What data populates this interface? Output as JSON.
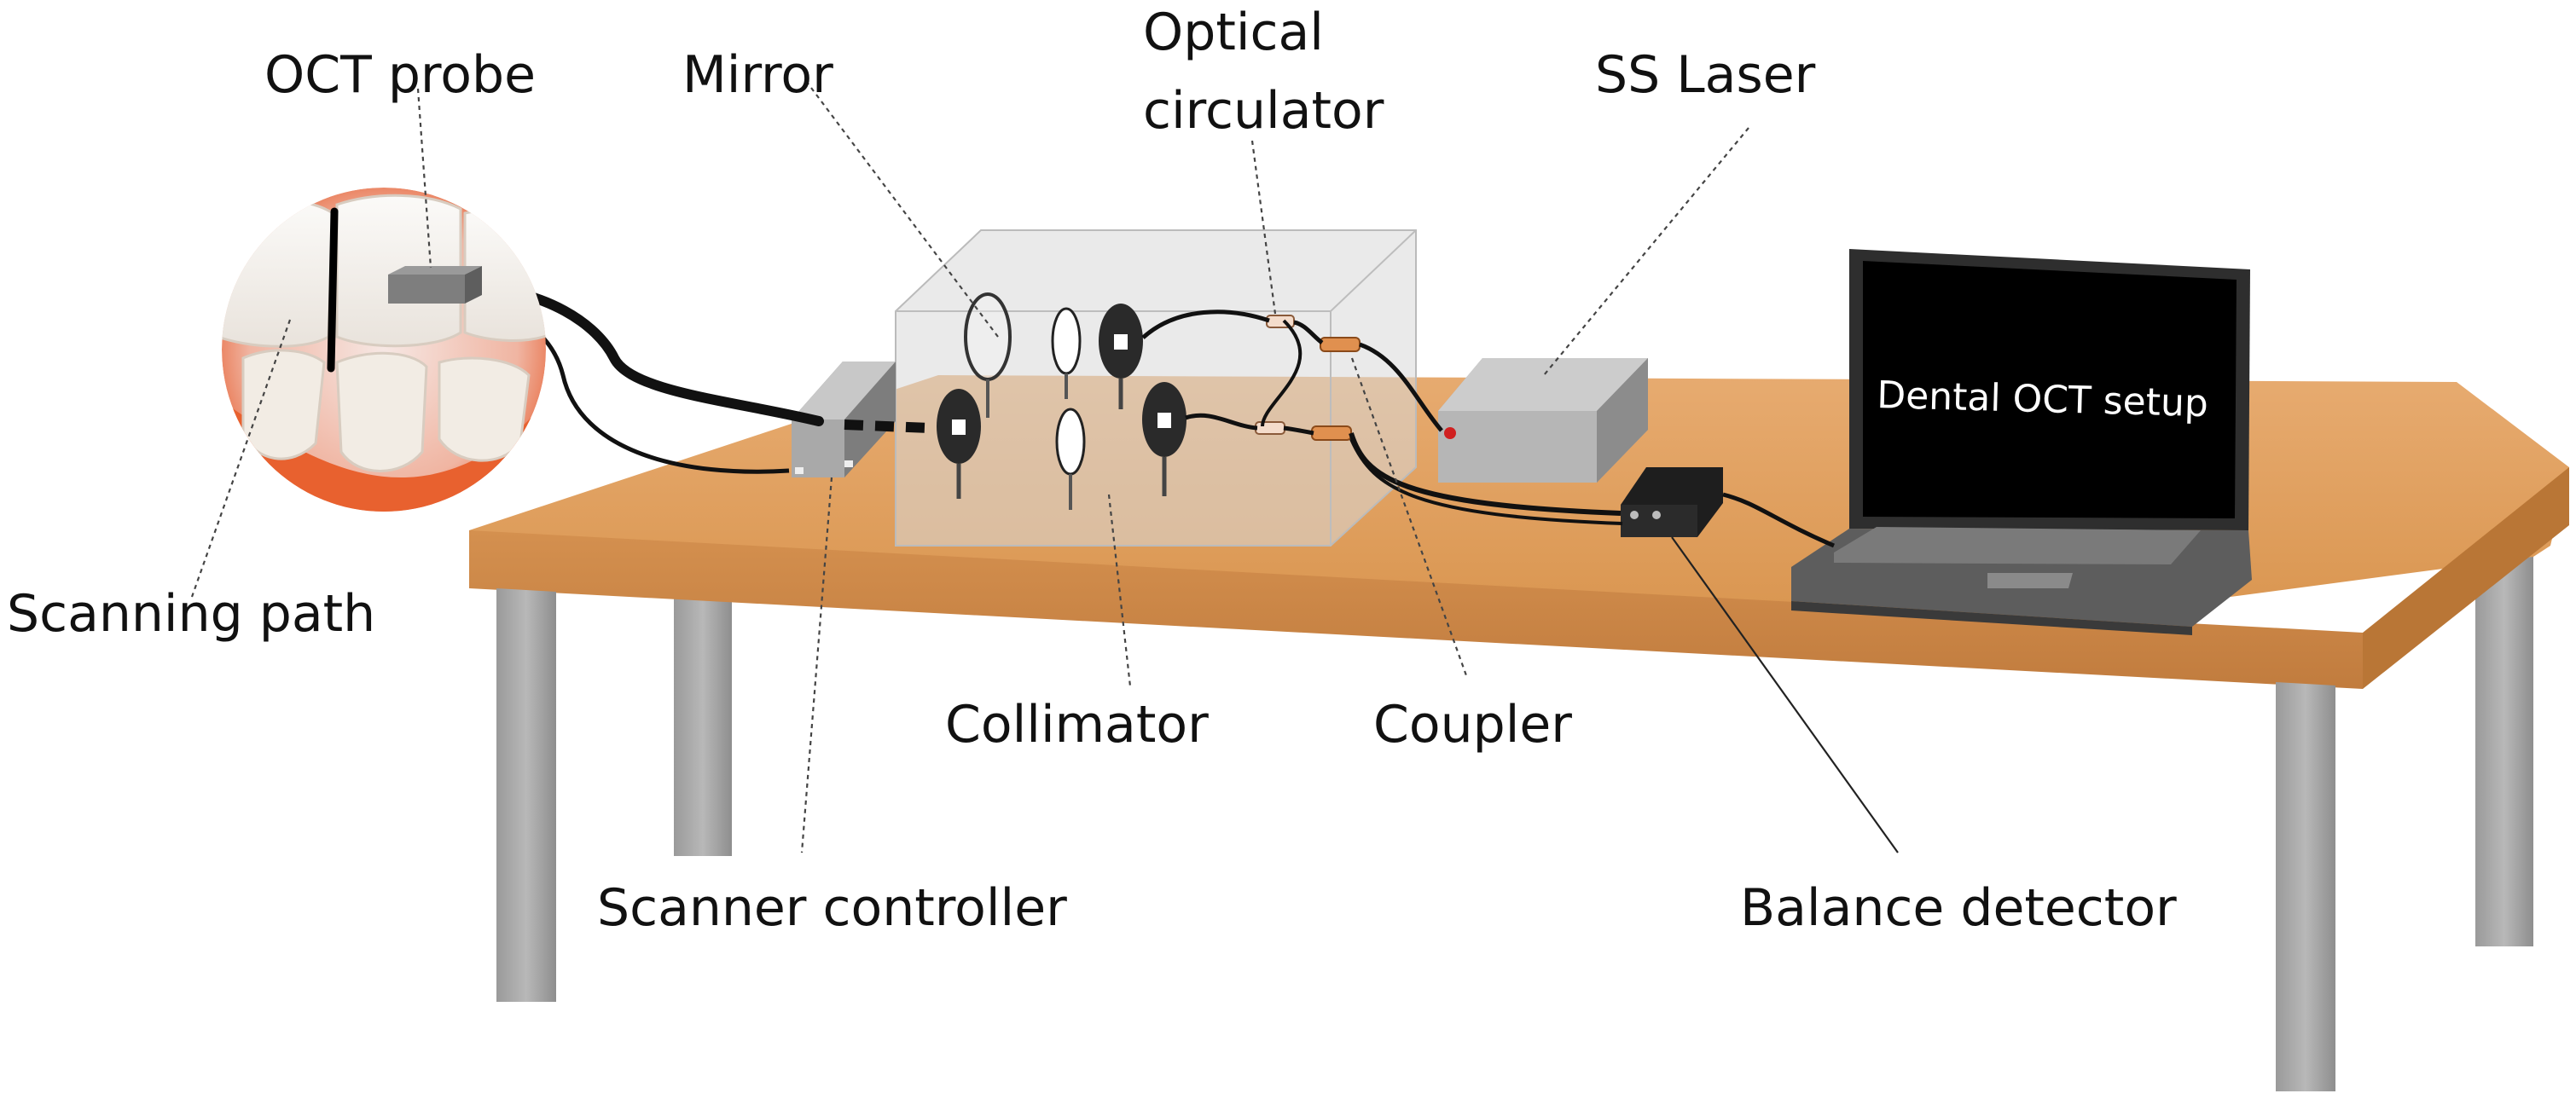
{
  "labels": {
    "oct_probe": "OCT probe",
    "mirror": "Mirror",
    "optical_circulator_1": "Optical",
    "optical_circulator_2": "circulator",
    "ss_laser": "SS Laser",
    "scanning_path": "Scanning path",
    "collimator": "Collimator",
    "coupler": "Coupler",
    "scanner_controller": "Scanner controller",
    "balance_detector": "Balance detector"
  },
  "laptop": {
    "screen_text": "Dental OCT setup"
  },
  "colors": {
    "table_top": "#e2a061",
    "table_edge": "#cf8a4c",
    "table_legs": "#a7a7a7",
    "box_glass": "#d9d9d9",
    "laser_box": "#b5b5b5",
    "detector": "#1e1e1e",
    "screen": "#000000",
    "fiber": "#111111",
    "coupler": "#e0904f"
  }
}
